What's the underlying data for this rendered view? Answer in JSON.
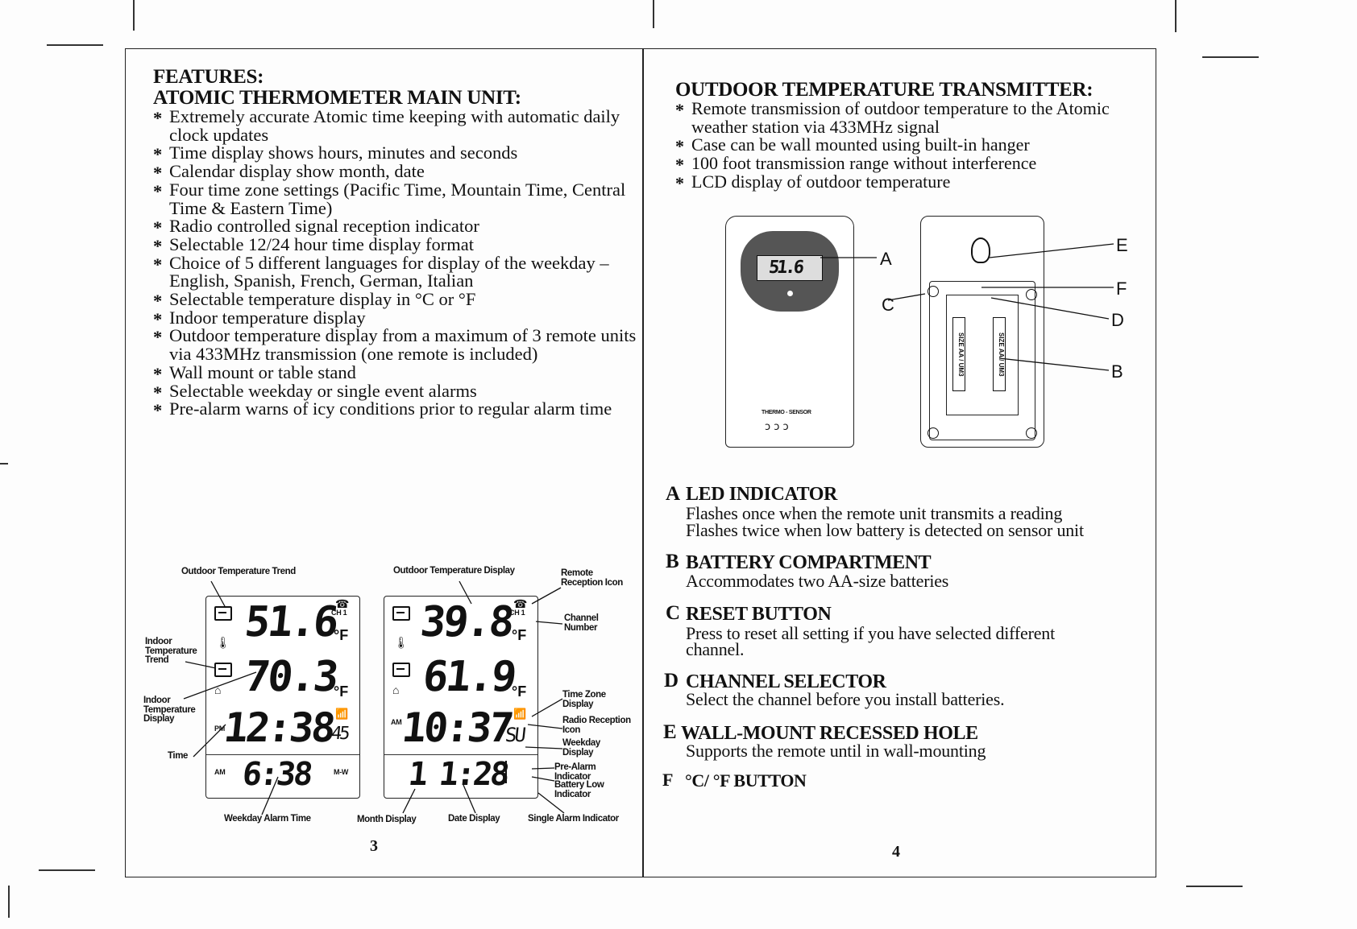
{
  "left_page": {
    "features_heading": "FEATURES:",
    "main_unit_heading": "ATOMIC THERMOMETER MAIN UNIT:",
    "features": [
      "Extremely accurate Atomic time keeping with automatic daily clock updates",
      "Time display shows hours, minutes and seconds",
      "Calendar display show month, date",
      "Four time zone settings (Pacific Time, Mountain Time, Central Time & Eastern Time)",
      "Radio controlled signal reception indicator",
      "Selectable 12/24 hour time display format",
      "Choice of 5 different languages for display of the weekday – English, Spanish, French, German, Italian",
      "Selectable temperature display in °C or °F",
      "Indoor temperature display",
      "Outdoor temperature display from a maximum of 3 remote units via 433MHz transmission (one remote is included)",
      "Wall mount or table stand",
      "Selectable weekday or single event alarms",
      "Pre-alarm warns of icy conditions prior to regular alarm time"
    ],
    "page_number": "3",
    "display1": {
      "outdoor_temp": "51.6",
      "indoor_temp": "70.3",
      "time": "12:38",
      "seconds": "45",
      "alarm_time": "6:38",
      "unit": "°F",
      "pm": "PM",
      "am": "AM",
      "ch": "CH 1",
      "mtwt": "M-W"
    },
    "display2": {
      "outdoor_temp": "39.8",
      "indoor_temp": "61.9",
      "time": "10:37",
      "weekday": "SU",
      "date_month": "1",
      "date_day": "1:28",
      "unit": "°F",
      "am": "AM",
      "ch": "CH 1"
    },
    "labels": {
      "outdoor_trend": "Outdoor Temperature Trend",
      "indoor_trend": "Indoor Temperature Trend",
      "indoor_display": "Indoor Temperature Display",
      "time": "Time",
      "weekday_alarm": "Weekday Alarm Time",
      "outdoor_display": "Outdoor Temperature Display",
      "remote_reception": "Remote Reception Icon",
      "channel_number": "Channel Number",
      "time_zone": "Time Zone Display",
      "radio_reception": "Radio Reception Icon",
      "weekday_display": "Weekday Display",
      "pre_alarm": "Pre-Alarm Indicator",
      "battery_low": "Battery Low Indicator",
      "single_alarm": "Single Alarm Indicator",
      "date_display": "Date Display",
      "month_display": "Month Display"
    }
  },
  "right_page": {
    "transmitter_heading": "OUTDOOR TEMPERATURE TRANSMITTER:",
    "features": [
      "Remote transmission of outdoor temperature to the Atomic weather station via 433MHz signal",
      "Case can be wall mounted using built-in hanger",
      "100 foot transmission range without interference",
      "LCD display of outdoor temperature"
    ],
    "sensor_lcd": "51.6",
    "sensor_caption": "THERMO - SENSOR",
    "battery_label": "SIZE AA / UM3",
    "callouts": [
      "A",
      "B",
      "C",
      "D",
      "E",
      "F"
    ],
    "descriptions": [
      {
        "key": "A",
        "title": "LED INDICATOR",
        "text": [
          "Flashes once when the remote unit transmits a reading",
          "Flashes twice when low battery is detected on sensor unit"
        ]
      },
      {
        "key": "B",
        "title": "BATTERY COMPARTMENT",
        "text": [
          "Accommodates two AA-size batteries"
        ]
      },
      {
        "key": "C",
        "title": "RESET BUTTON",
        "text": [
          "Press to reset all setting if you have selected different",
          "channel."
        ]
      },
      {
        "key": "D",
        "title": "CHANNEL SELECTOR",
        "text": [
          "Select the channel before you install batteries."
        ]
      },
      {
        "key": "E",
        "title": "WALL-MOUNT RECESSED HOLE",
        "text": [
          "Supports the remote until in wall-mounting"
        ]
      },
      {
        "key": "F",
        "title": "°C/ °F BUTTON",
        "text": []
      }
    ],
    "page_number": "4"
  }
}
